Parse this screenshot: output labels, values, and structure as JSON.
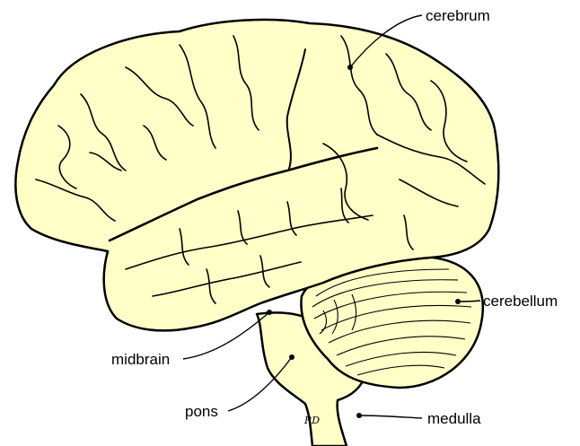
{
  "diagram": {
    "labels": {
      "cerebrum": "cerebrum",
      "cerebellum": "cerebellum",
      "midbrain": "midbrain",
      "pons": "pons",
      "medulla": "medulla"
    },
    "signature": "RD"
  },
  "colors": {
    "brain_fill": "#FFFFC8",
    "outline": "#000000",
    "background": "#FFFFFF"
  }
}
